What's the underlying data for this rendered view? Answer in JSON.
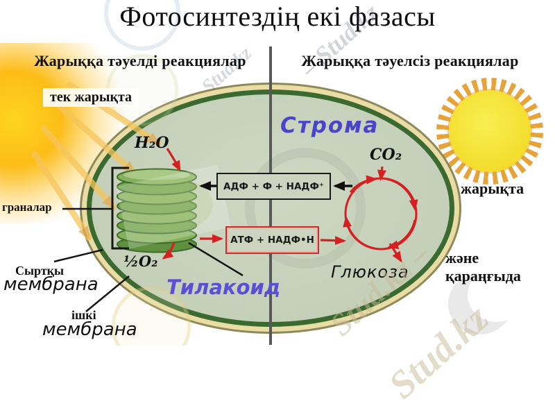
{
  "title": "Фотосинтездің екі фазасы",
  "left_section": {
    "heading": "Жарыққа тәуелді реакциялар",
    "condition": "тек жарықта",
    "water_label": "H₂O",
    "oxygen_label": "½O₂",
    "grana_label": "граналар",
    "outer_membrane": {
      "line1": "Сыртқы",
      "line2": "мембрана"
    },
    "inner_membrane": {
      "line1": "ішкі",
      "line2": "мембрана"
    },
    "thylakoid_label": "Тилакоид"
  },
  "right_section": {
    "heading": "Жарыққа тәуелсіз реакциялар",
    "condition_light": "жарықта",
    "condition_dark": "және қараңғыда",
    "co2_label": "CO₂",
    "glucose_label": "Глюкоза"
  },
  "stroma_label": "Строма",
  "reactions": {
    "adp_formula": "АДФ + Ф + НАДФ⁺",
    "atp_formula": "АТФ + НАДФ•Н"
  },
  "watermarks": {
    "w1": "– Stud.kz",
    "w2": "Stud.kz –",
    "w3": "Stud.kz",
    "w4": "Stud.kz"
  },
  "colors": {
    "arrow_red": "#d42020",
    "thylakoid_purple": "#5a50d5",
    "stroma_blue": "#4a44cb",
    "membrane_green": "#3a6a2f",
    "membrane_cream": "#e9dda5",
    "cell_interior": "#c4cfb8",
    "sun_yellow": "#f3dd2d",
    "sun_ray_orange": "#e8a23a",
    "divider_gray": "#585858",
    "moon_gray": "#e9e9e9"
  }
}
